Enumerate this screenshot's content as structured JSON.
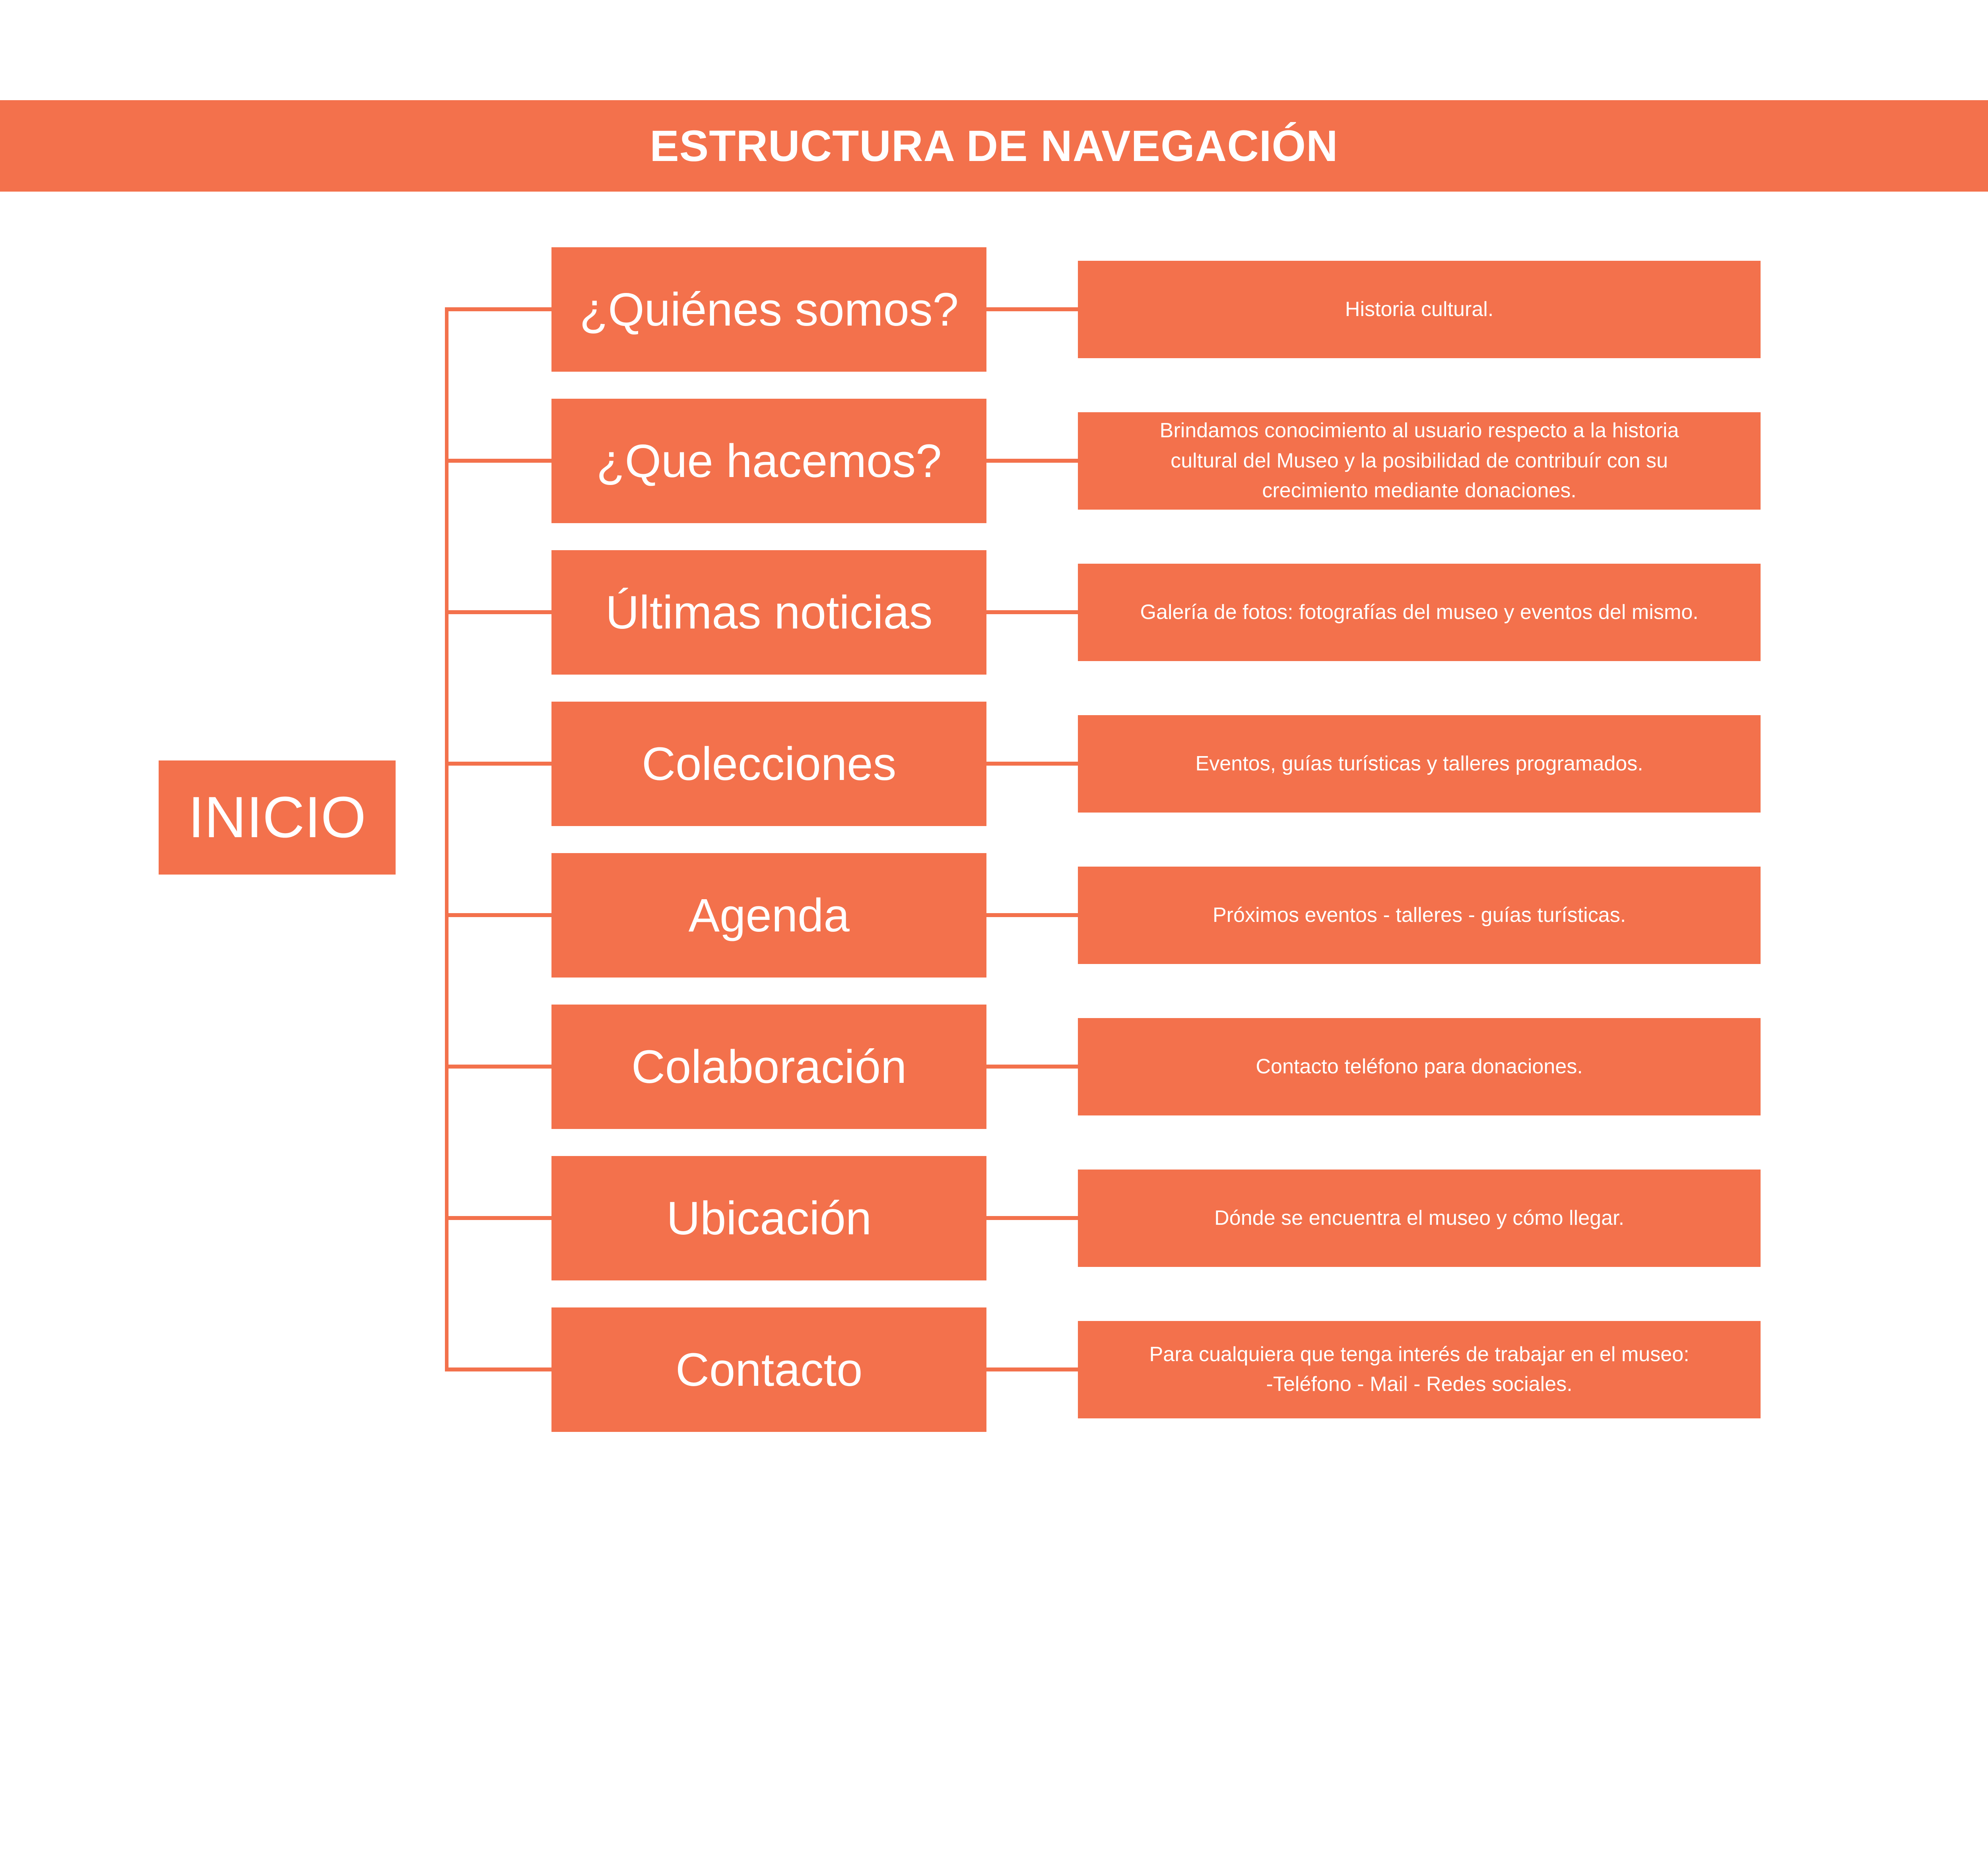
{
  "page": {
    "background_color": "#FFFFFF"
  },
  "colors": {
    "accent_orange": "#F3714C",
    "box_text": "#FFFFFF"
  },
  "header": {
    "title": "ESTRUCTURA DE NAVEGACIÓN"
  },
  "root_node": {
    "label": "INICIO"
  },
  "nav_rows": [
    {
      "label": "¿Quiénes somos?",
      "description": "Historia cultural."
    },
    {
      "label": "¿Que hacemos?",
      "description": "Brindamos conocimiento al usuario respecto a la historia\ncultural del Museo y la posibilidad de contribuír con su\ncrecimiento mediante donaciones."
    },
    {
      "label": "Últimas noticias",
      "description": "Galería de fotos: fotografías del museo y eventos del mismo."
    },
    {
      "label": "Colecciones",
      "description": "Eventos, guías turísticas y talleres programados."
    },
    {
      "label": "Agenda",
      "description": "Próximos eventos - talleres - guías turísticas."
    },
    {
      "label": "Colaboración",
      "description": "Contacto teléfono para donaciones."
    },
    {
      "label": "Ubicación",
      "description": "Dónde se encuentra el museo y cómo llegar."
    },
    {
      "label": "Contacto",
      "description": "Para cualquiera que tenga interés de trabajar en el museo:\n-Teléfono - Mail - Redes sociales."
    }
  ]
}
